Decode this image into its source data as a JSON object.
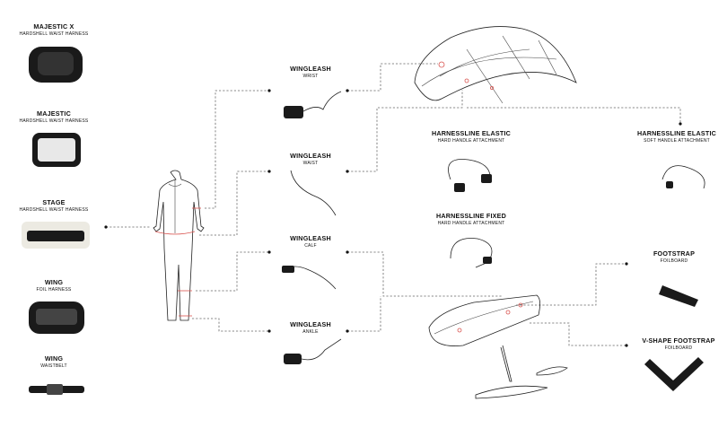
{
  "colors": {
    "accent": "#d9534f",
    "product_dark": "#1a1a1a",
    "connector": "#666666"
  },
  "harnesses": [
    {
      "title": "MAJESTIC X",
      "subtitle": "HARDSHELL WAIST HARNESS"
    },
    {
      "title": "MAJESTIC",
      "subtitle": "HARDSHELL WAIST HARNESS"
    },
    {
      "title": "STAGE",
      "subtitle": "HARDSHELL WAIST HARNESS"
    },
    {
      "title": "WING",
      "subtitle": "FOIL HARNESS"
    },
    {
      "title": "WING",
      "subtitle": "WAISTBELT"
    }
  ],
  "wingleashes": [
    {
      "title": "WINGLEASH",
      "subtitle": "WRIST"
    },
    {
      "title": "WINGLEASH",
      "subtitle": "WAIST"
    },
    {
      "title": "WINGLEASH",
      "subtitle": "CALF"
    },
    {
      "title": "WINGLEASH",
      "subtitle": "ANKLE"
    }
  ],
  "harnesslines": [
    {
      "title": "HARNESSLINE ELASTIC",
      "subtitle": "HARD HANDLE ATTACHMENT"
    },
    {
      "title": "HARNESSLINE FIXED",
      "subtitle": "HARD HANDLE ATTACHMENT"
    },
    {
      "title": "HARNESSLINE ELASTIC",
      "subtitle": "SOFT HANDLE ATTACHMENT"
    }
  ],
  "footstraps": [
    {
      "title": "FOOTSTRAP",
      "subtitle": "FOILBOARD"
    },
    {
      "title": "V-SHAPE FOOTSTRAP",
      "subtitle": "FOILBOARD"
    }
  ],
  "icons": [
    "wetsuit-icon",
    "wing-icon",
    "foilboard-icon",
    "harness-icon",
    "leash-icon",
    "harnessline-icon",
    "footstrap-icon"
  ]
}
